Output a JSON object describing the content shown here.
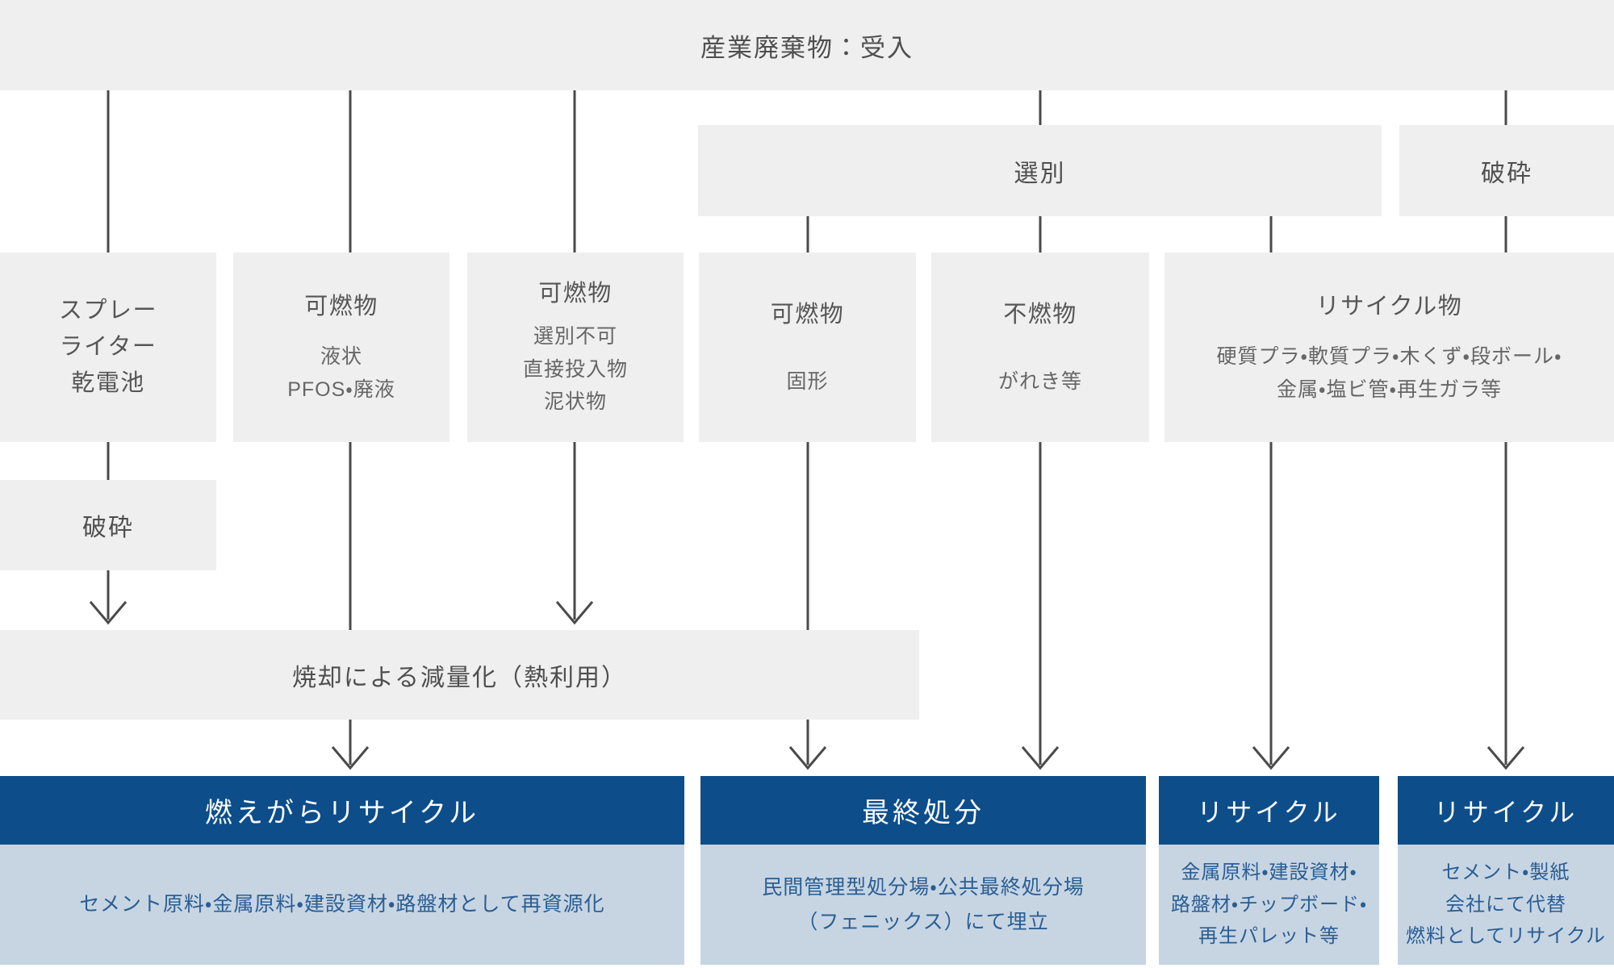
{
  "colors": {
    "header_bg": "#efefef",
    "node_bg": "#efefef",
    "line": "#4a4a4a",
    "node_text": "#565656",
    "outcome_header_bg": "#0d4d8a",
    "outcome_body_bg": "#c7d5e3",
    "outcome_body_text": "#2a5e93"
  },
  "header": {
    "title": "産業廃棄物：受入"
  },
  "process": {
    "sorting": "選別",
    "crushing_top": "破砕",
    "crushing_left": "破砕",
    "incineration": "焼却による減量化（熱利用）"
  },
  "streams": [
    {
      "title": "スプレー\nライター\n乾電池",
      "sub": ""
    },
    {
      "title": "可燃物",
      "sub": "液状\nPFOS・廃液"
    },
    {
      "title": "可燃物",
      "sub": "選別不可\n直接投入物\n泥状物"
    },
    {
      "title": "可燃物",
      "sub": "固形"
    },
    {
      "title": "不燃物",
      "sub": "がれき等"
    },
    {
      "title": "リサイクル物",
      "sub": "硬質プラ・軟質プラ・木くず・段ボール・\n金属・塩ビ管・再生ガラ等"
    }
  ],
  "outcomes": [
    {
      "title": "燃えがらリサイクル",
      "body": "セメント原料・金属原料・建設資材・路盤材として再資源化"
    },
    {
      "title": "最終処分",
      "body": "民間管理型処分場・公共最終処分場\n（フェニックス）にて埋立"
    },
    {
      "title": "リサイクル",
      "body": "金属原料・建設資材・\n路盤材・チップボード・\n再生パレット等"
    },
    {
      "title": "リサイクル",
      "body": "セメント・製紙\n会社にて代替\n燃料としてリサイクル"
    }
  ]
}
